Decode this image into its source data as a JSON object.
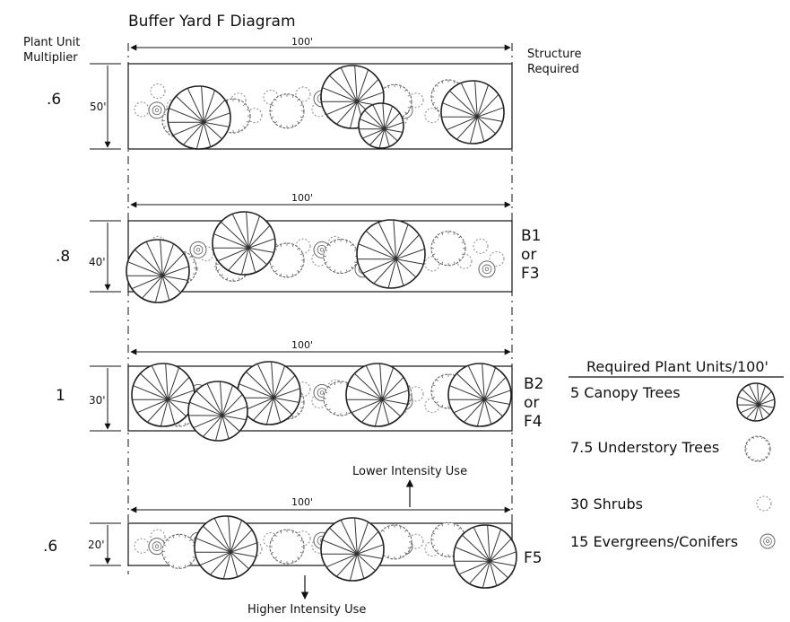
{
  "title": "Buffer Yard F Diagram",
  "col_header_left": [
    "Plant Unit",
    "Multiplier"
  ],
  "col_header_right": [
    "Structure",
    "Required"
  ],
  "rows": [
    {
      "multiplier": ".6",
      "depth": "50'",
      "length": "100'",
      "structure": []
    },
    {
      "multiplier": ".8",
      "depth": "40'",
      "length": "100'",
      "structure": [
        "B1",
        "or",
        "F3"
      ]
    },
    {
      "multiplier": "1",
      "depth": "30'",
      "length": "100'",
      "structure": [
        "B2",
        "or",
        "F4"
      ]
    },
    {
      "multiplier": ".6",
      "depth": "20'",
      "length": "100'",
      "structure": [
        "F5"
      ]
    }
  ],
  "annotations": {
    "lower": "Lower Intensity Use",
    "higher": "Higher Intensity Use"
  },
  "legend": {
    "heading": "Required Plant Units/100'",
    "items": [
      {
        "label": "5 Canopy Trees",
        "symbol": "canopy-tree-icon"
      },
      {
        "label": "7.5 Understory Trees",
        "symbol": "understory-tree-icon"
      },
      {
        "label": "30 Shrubs",
        "symbol": "shrub-icon"
      },
      {
        "label": "15 Evergreens/Conifers",
        "symbol": "evergreen-icon"
      }
    ]
  },
  "colors": {
    "ink": "#111111",
    "plant": "#666666",
    "background": "#ffffff"
  }
}
